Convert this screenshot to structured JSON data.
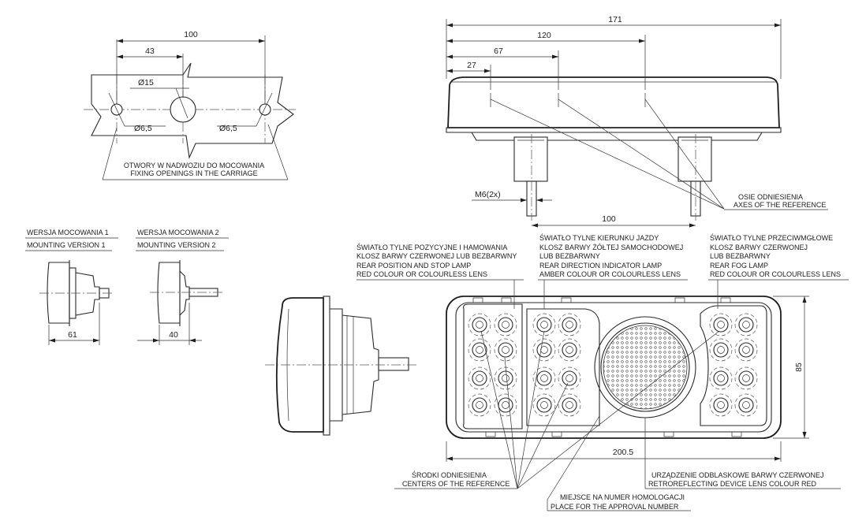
{
  "hole_view": {
    "dim_total": "100",
    "dim_offset": "43",
    "dia_center": "Ø15",
    "dia_left": "Ø6,5",
    "dia_right": "Ø6,5",
    "note_pl": "OTWORY W NADWOZIU DO MOCOWANIA",
    "note_en": "FIXING OPENINGS IN THE CARRIAGE"
  },
  "top_view": {
    "dim_171": "171",
    "dim_120": "120",
    "dim_67": "67",
    "dim_27": "27",
    "thread": "M6(2x)",
    "dim_100": "100",
    "axes_pl": "OSIE ODNIESIENIA",
    "axes_en": "AXES OF THE REFERENCE"
  },
  "mounting": {
    "v1_pl": "WERSJA MOCOWANIA 1",
    "v1_en": "MOUNTING VERSION 1",
    "v1_dim": "61",
    "v2_pl": "WERSJA MOCOWANIA 2",
    "v2_en": "MOUNTING VERSION 2",
    "v2_dim": "40"
  },
  "front_view": {
    "pos_lines": [
      "ŚWIATŁO TYLNE POZYCYJNE I HAMOWANIA",
      "KLOSZ BARWY CZERWONEJ LUB BEZBARWNY",
      "REAR POSITION AND STOP LAMP",
      "RED COLOUR OR COLOURLESS LENS"
    ],
    "dir_lines": [
      "ŚWIATŁO TYLNE KIERUNKU JAZDY",
      "KLOSZ BARWY ŻÓŁTEJ SAMOCHODOWEJ",
      "LUB BEZBARWNY",
      "REAR DIRECTION INDICATOR LAMP",
      "AMBER COLOUR OR COLOURLESS LENS"
    ],
    "fog_lines": [
      "ŚWIATŁO TYLNE PRZECIWMGŁOWE",
      "KLOSZ BARWY CZERWONEJ",
      "LUB BEZBARWNY",
      "REAR FOG LAMP",
      "RED COLOUR OR COLOURLESS LENS"
    ],
    "dim_width": "200.5",
    "dim_height": "85",
    "centers_pl": "ŚRODKI ODNIESIENIA",
    "centers_en": "CENTERS OF THE REFERENCE",
    "approval_pl": "MIEJSCE NA NUMER HOMOLOGACJI",
    "approval_en": "PLACE FOR THE APPROVAL NUMBER",
    "retro_pl": "URZĄDZENIE ODBLASKOWE BARWY CZERWONEJ",
    "retro_en": "RETROREFLECTING DEVICE LENS COLOUR RED"
  }
}
